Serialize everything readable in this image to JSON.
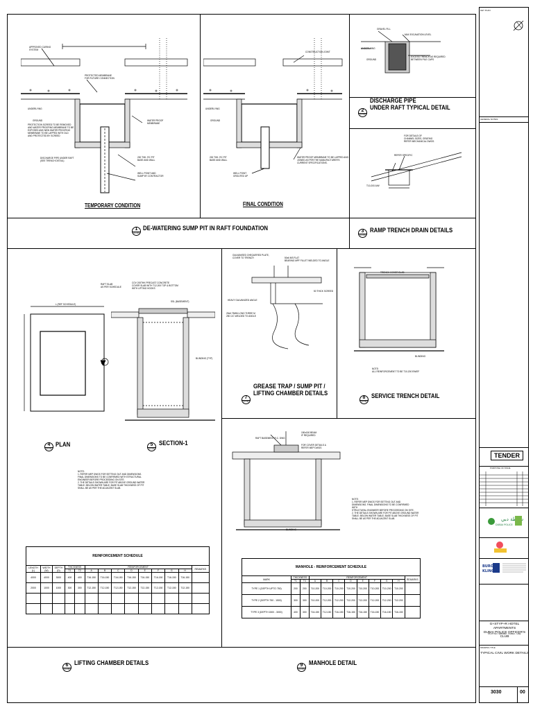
{
  "key_plan": "KEY PLAN",
  "general_notes": "GENERAL NOTES",
  "tender": "TENDER",
  "purpose_of_issue": "PURPOSE OF ISSUE",
  "project": "G+STYP+R HOTEL APARTMENTS\nDUBAI POLICE OFFICER'S CLUB",
  "plot": "PLOT NO. 3280090 - DUBAI - UAE",
  "drawing_title_label": "DRAWING TITLE",
  "drawing_title": "TYPICAL CIVIL WORK DETAILS",
  "drawing_no": "3030",
  "rev": "00",
  "details": {
    "d1": {
      "num": "1",
      "ref": "S3.030",
      "title": "DE-WATERING SUMP PIT IN RAFT FOUNDATION"
    },
    "d2": {
      "num": "2",
      "ref": "S3.030",
      "title": "DISCHARGE PIPE\nUNDER RAFT TYPICAL DETAIL"
    },
    "d3": {
      "num": "3",
      "ref": "S3.030",
      "title": "RAMP TRENCH DRAIN DETAILS"
    },
    "d4": {
      "num": "4",
      "ref": "S3.030",
      "title": "PLAN"
    },
    "d5": {
      "num": "5",
      "ref": "S3.030",
      "title": "SECTION-1"
    },
    "d6": {
      "num": "6",
      "ref": "S3.030",
      "title": "LIFTING CHAMBER DETAILS"
    },
    "d7": {
      "num": "7",
      "ref": "S3.030",
      "title": "GREASE TRAP / SUMP PIT /\nLIFTING CHAMBER DETAILS"
    },
    "d8": {
      "num": "8",
      "ref": "S3.030",
      "title": "SERVICE TRENCH DETAIL"
    },
    "d9": {
      "num": "9",
      "ref": "S3.030",
      "title": "MANHOLE DETAIL"
    }
  },
  "sub": {
    "temporary": "TEMPORARY CONDITION",
    "final": "FINAL CONDITION"
  },
  "labels": {
    "approved_curing": "APPROVED CURING\nSYSTEM",
    "protected_membrane": "PROTECTED MEMBRANE\nFOR FUTURE CONNECTION",
    "underlying": "UNDERLYING",
    "ground": "GROUND",
    "protection_screed": "PROTECTION SCREED TO BE REMOVED\nAND WATER PROOFING MEMBRANE TO BE\nEXPOSED AND NEW WATER PROOFING\nMEMBRANE TO BE LAPPED WITH OLD\nAND PROTECTED BY SCREED",
    "discharge_pipe": "DISCHARGE PIPE UNDER RAFT\n(SEE TRENCH DETAIL)",
    "water_proof": "WATER PROOF\nMEMBRANE",
    "thk200": "200 THK. RC PIT\nBASE AND WALL",
    "well_point": "WELL POINT AND\nSUMP BY CONTRACTOR",
    "construction_joint": "CONSTRUCTION JOINT",
    "well_point_grouted": "WELL POINT\nGROUTED UP",
    "wp_lapped": "WATER PROOF MEMBRANE TO BE LAPPED AND\nJOINED AS PER THE MANUFACTURER'S\nCURRENT SPECIFICATIONS.",
    "gravel_fill": "GRAVEL FILL",
    "max_excavation": "MAX EXCAVATION LEVEL",
    "excess_trench": "EXCESS TRENCH AS REQUIRED\nBETWEEN PILE CAPS",
    "channel_sizes": "FOR DETAILS OF\nCHANNEL SIZES, GRATING\nREFER MECHANICAL DWGS.",
    "refer_specific": "REFER SPECIFIC",
    "t10": "T10-200 A/W",
    "galvanized_plate": "GALVANISED CHEQUERED PLATE,\nCOVER TO TRENCH",
    "bearing_pmf": "50x6 MS FLAT\nBEARING MPF FILLET WELDED TO ANGLE",
    "angle": "HEAVY GALVANIZED ANGLE",
    "pin": "25x6 75MM LONG THREE M\n250 C/C WELDED TO ANGLE",
    "screed": "50 THICK SCREED",
    "trench_cover": "TRENCH COVER SLAB",
    "blinding": "BLINDING",
    "note_trench": "NOTE:\nALL REINFORCEMENT TO BE T10-200 EW/EF",
    "raft_slab": "RAFT SLAB\nAS PER SCHEDULE",
    "cover_slab": "COV 200THK PRECAST CONCRETE\nCOVER SLAB WITH T12-200 TOP & BOTTOM\nWITH LIFTING HOOKS",
    "ssl": "SSL (BASEMENT)",
    "l_schedule": "L (REF SCHEDULE)",
    "blinding_typ": "BLINDING (TYP)",
    "note_lifting": "NOTE:\n1. REFER MEP DWGS FOR SETTING OUT AND DIMENSIONS.\n   FINAL DIMENSIONS TO BE CONFIRMED WITH STRUCTURAL\n   ENGINEER BEFORE PROCEEDING ON SITE.\n2. THE DETAILS SHOWN ARE FOR PIT ABOVE GROUND WATER\n   TABLE. BELOW WATER TABLE, BASE SLAB THICKNESS OF PIT\n   SHALL BE AS PER THE ADJACENT SLAB.",
    "note_manhole": "NOTE:\n1. REFER MEP DWGS FOR SETTING OUT AND\nDIMENSIONS. FINAL DIMENSIONS TO BE CONFIRMED\nWITH\nSTRUCTURAL ENGINEER BEFORE PROCEEDING ON SITE.\n2. THE DETAILS SHOWN ARE FOR PIT ABOVE GROUND WATER\nTABLE. BELOW WATER TABLE, BASE SLAB THICKNESS OF PIT\nSHALL BE AS PER THE ADJACENT SLAB.",
    "raft_basement": "RAFT BASEMENT R.C. DWG",
    "mh_cover": "150x150 BEAM\nIF REQUIRED",
    "mh_detail": "FOR COVER DETAILS &\nREFER MEP DWGS",
    "blinding2": "BLINDING"
  },
  "reinforcement_schedule": {
    "title": "REINFORCEMENT SCHEDULE",
    "h_length": "LENGTH\n(L)",
    "h_width": "WIDTH\n(W)",
    "h_depth": "DEPTH\n(D)",
    "h_thickness": "THICKNESS",
    "h_reinforcement": "REINFORCEMENT",
    "h_remarks": "REMARKS",
    "sub": [
      "T1",
      "T2",
      "A",
      "B",
      "C",
      "D",
      "E",
      "F",
      "G",
      "H"
    ],
    "rows": [
      [
        "4000",
        "4000",
        "3000",
        "400",
        "400",
        "T16-150",
        "T16-150",
        "T16-150",
        "T16-150",
        "T16-150",
        "T16-150",
        "T16-150",
        "T16-150",
        ""
      ],
      [
        "2000",
        "1000",
        "1000",
        "300",
        "300",
        "T12-150",
        "T12-150",
        "T12-150",
        "T12-150",
        "T12-150",
        "T12-150",
        "T12-150",
        "T12-150",
        ""
      ]
    ]
  },
  "manhole_schedule": {
    "title": "MANHOLE - REINFORCEMENT SCHEDULE",
    "h_mark": "MARK",
    "h_thickness": "THICKNESS",
    "h_reinforcement": "REINFORCEMENT",
    "h_remarks": "REMARKS",
    "sub": [
      "T1",
      "T4",
      "A",
      "B",
      "C",
      "D",
      "E",
      "F",
      "G",
      "H"
    ],
    "rows": [
      [
        "TYPE 1 (DEPTH UPTO 750)",
        "200",
        "200",
        "T10-200",
        "T10-200",
        "T10-200",
        "T10-200",
        "T10-200",
        "T10-200",
        "T10-200",
        "T10-200",
        ""
      ],
      [
        "TYPE 2 (DEPTH 750 - 1500)",
        "300",
        "300",
        "T10-200",
        "T12-200",
        "T12-200",
        "T12-200",
        "T12-200",
        "T12-200",
        "T12-200",
        "T12-200",
        ""
      ],
      [
        "TYPE 3 (DEPTH 1500 - 3000)",
        "400",
        "300",
        "T16-150",
        "T12-150",
        "T16-150",
        "T16-150",
        "T16-150",
        "T16-150",
        "T16-150",
        "T16-150",
        ""
      ]
    ]
  }
}
